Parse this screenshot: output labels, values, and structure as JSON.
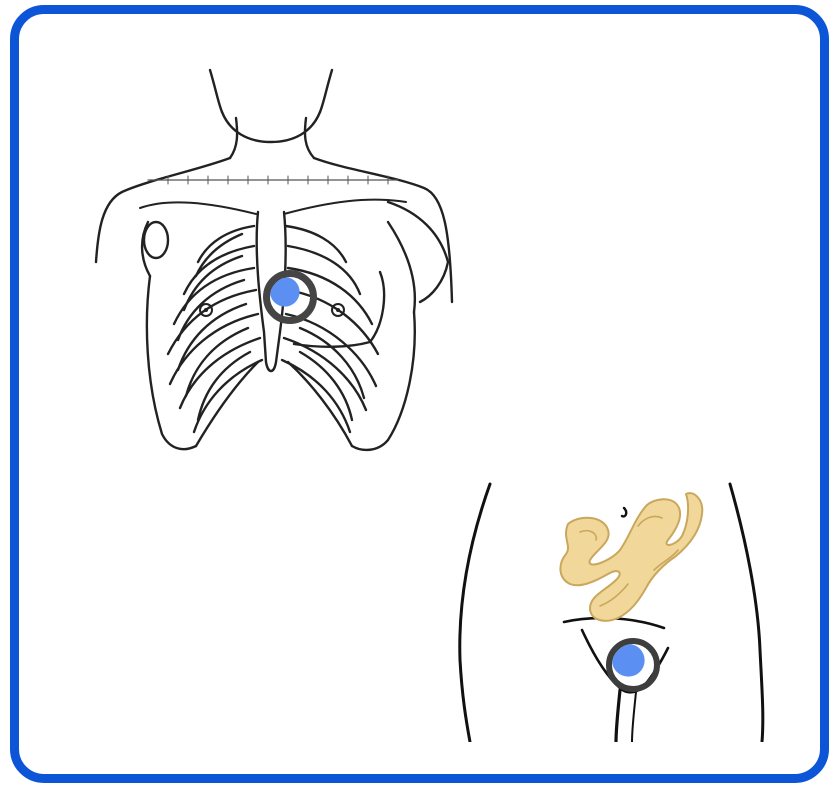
{
  "colors": {
    "frame_border": "#0b55d6",
    "marker_fill": "#5b8ff2",
    "marker_ring": "#454545",
    "intestine_fill": "#f1d79a",
    "intestine_stroke": "#c9a75d",
    "line_art": "#222222"
  },
  "figures": {
    "chest": {
      "icon": "ribcage-chest-illustration",
      "marker": "blue-placement-circle"
    },
    "abdomen": {
      "icon": "lower-abdomen-illustration",
      "marker": "blue-placement-circle"
    }
  }
}
